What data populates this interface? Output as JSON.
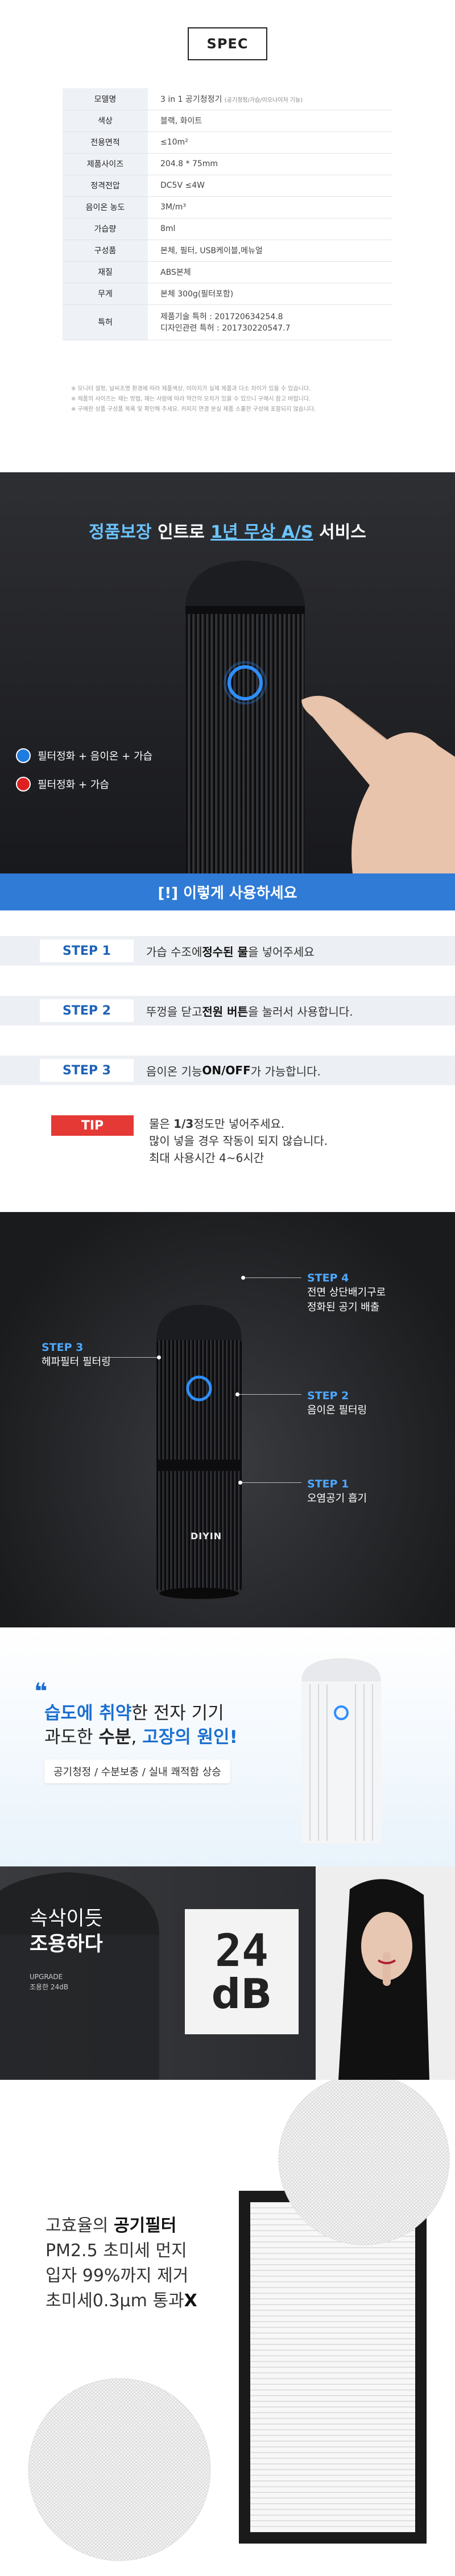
{
  "spec": {
    "title": "SPEC",
    "rows": [
      {
        "key": "모델명",
        "value": "3 in 1 공기청정기",
        "note": "(공기청정/가습/이오나이저 기능)"
      },
      {
        "key": "색상",
        "value": "블랙, 화이트"
      },
      {
        "key": "전용면적",
        "value": "≤10m²"
      },
      {
        "key": "제품사이즈",
        "value": "204.8 * 75mm"
      },
      {
        "key": "정격전압",
        "value": "DC5V ≤4W"
      },
      {
        "key": "음이온 농도",
        "value": "3M/m³"
      },
      {
        "key": "가습량",
        "value": "8ml"
      },
      {
        "key": "구성품",
        "value": "본체, 필터, USB케이블,메뉴얼"
      },
      {
        "key": "재질",
        "value": "ABS본체"
      },
      {
        "key": "무게",
        "value": "본체 300g(필터포함)"
      },
      {
        "key": "특허",
        "value": "제품기술 특허 : 201720634254.8",
        "value2": "디자인관련 특허 : 201730220547.7"
      }
    ],
    "notes": [
      "※ 모니터 설정, 날씨조명 환경에 따라 제품색상, 이미지가 실제 제품과 다소 차이가 있을 수 있습니다.",
      "※ 제품의 사이즈는 재는 방법, 재는 사람에 따라 약간의 오차가 있을 수 있으니 구매시 참고 바랍니다.",
      "※ 구매한 상품 구성품 목록 및 확인해 주세요. 커피지 연결 분실 제품 소홀한 구성에 포함되지 않습니다."
    ]
  },
  "as": {
    "title_blue": "정품보장",
    "title_white1": " 인트로 ",
    "title_blue2": "1년 무상 A/S",
    "title_white2": " 서비스",
    "legend": [
      {
        "label": "필터정화 + 음이온 + 가습",
        "color": "#1e7be0"
      },
      {
        "label": "필터정화 + 가습",
        "color": "#e02020"
      }
    ]
  },
  "usage": {
    "header": "[!] 이렇게 사용하세요",
    "steps": [
      {
        "tag": "STEP 1",
        "pre": "가습 수조에 ",
        "bold": "정수된 물",
        "post": "을 넣어주세요"
      },
      {
        "tag": "STEP 2",
        "pre": "뚜껑을 닫고 ",
        "bold": "전원 버튼",
        "post": "을 눌러서 사용합니다."
      },
      {
        "tag": "STEP 3",
        "pre": "음이온 기능 ",
        "bold": "ON/OFF",
        "post": "가 가능합니다."
      }
    ],
    "tip": {
      "tag": "TIP",
      "line1_pre": "물은 ",
      "line1_bold": "1/3",
      "line1_post": "정도만 넣어주세요.",
      "line2": "많이 넣을 경우 작동이 되지 않습니다.",
      "line3": "최대 사용시간 4~6시간"
    }
  },
  "parts": {
    "brand": "DIYIN",
    "labels": [
      {
        "step": "STEP 4",
        "line1": "전면 상단배기구로",
        "line2": "정화된 공기 배출"
      },
      {
        "step": "STEP 3",
        "line1": "헤파필터 필터링"
      },
      {
        "step": "STEP 2",
        "line1": "음이온 필터링"
      },
      {
        "step": "STEP 1",
        "line1": "오염공기 흡기"
      }
    ]
  },
  "humid": {
    "l1_blue": "습도에 취약",
    "l1_rest": "한 전자 기기",
    "l2_pre": "과도한 ",
    "l2_bold": "수분",
    "l2_mid": ", ",
    "l2_blue": "고장의 원인!",
    "chips": "공기청정 / 수분보충 / 실내 쾌적함 상승"
  },
  "quiet": {
    "l1": "속삭이듯",
    "l2": "조용하다",
    "sub1": "UPGRADE",
    "sub2": "조용한 24dB",
    "num": "24",
    "unit": "dB"
  },
  "filter": {
    "l1_pre": "고효율의 ",
    "l1_bold": "공기필터",
    "l2": "PM2.5 초미세 먼지",
    "l3": "입자 99%까지 제거",
    "l4_pre": "초미세0.3μm 통과",
    "l4_bold": "X"
  }
}
